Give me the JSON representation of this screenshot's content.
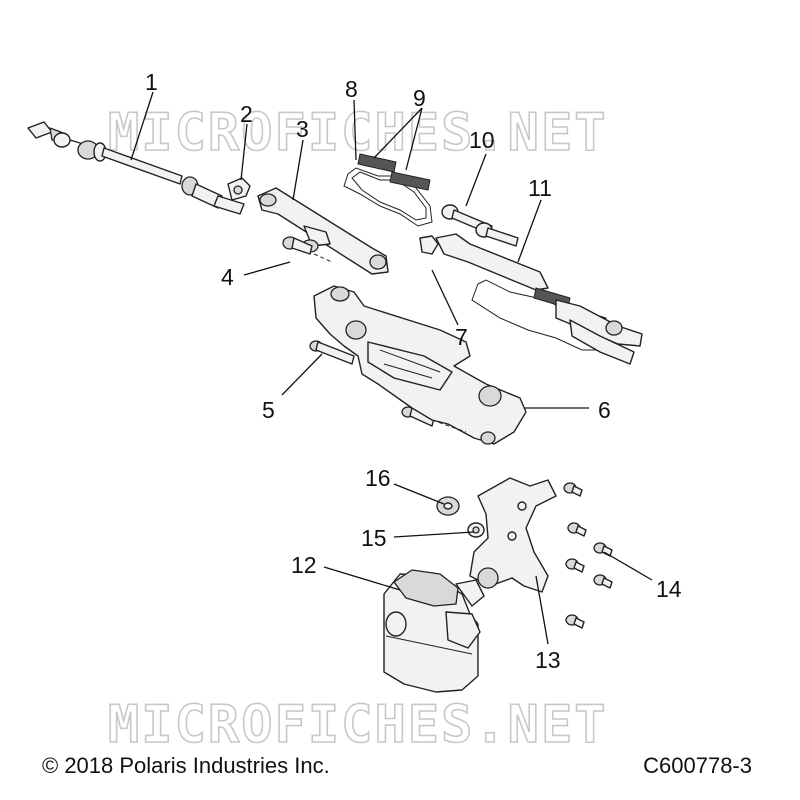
{
  "watermark": "MICROFICHES.NET",
  "callouts": [
    "1",
    "2",
    "3",
    "4",
    "5",
    "6",
    "7",
    "8",
    "9",
    "10",
    "11",
    "12",
    "13",
    "14",
    "15",
    "16"
  ],
  "copyright": "© 2018 Polaris Industries Inc.",
  "figure_id": "C600778-3"
}
